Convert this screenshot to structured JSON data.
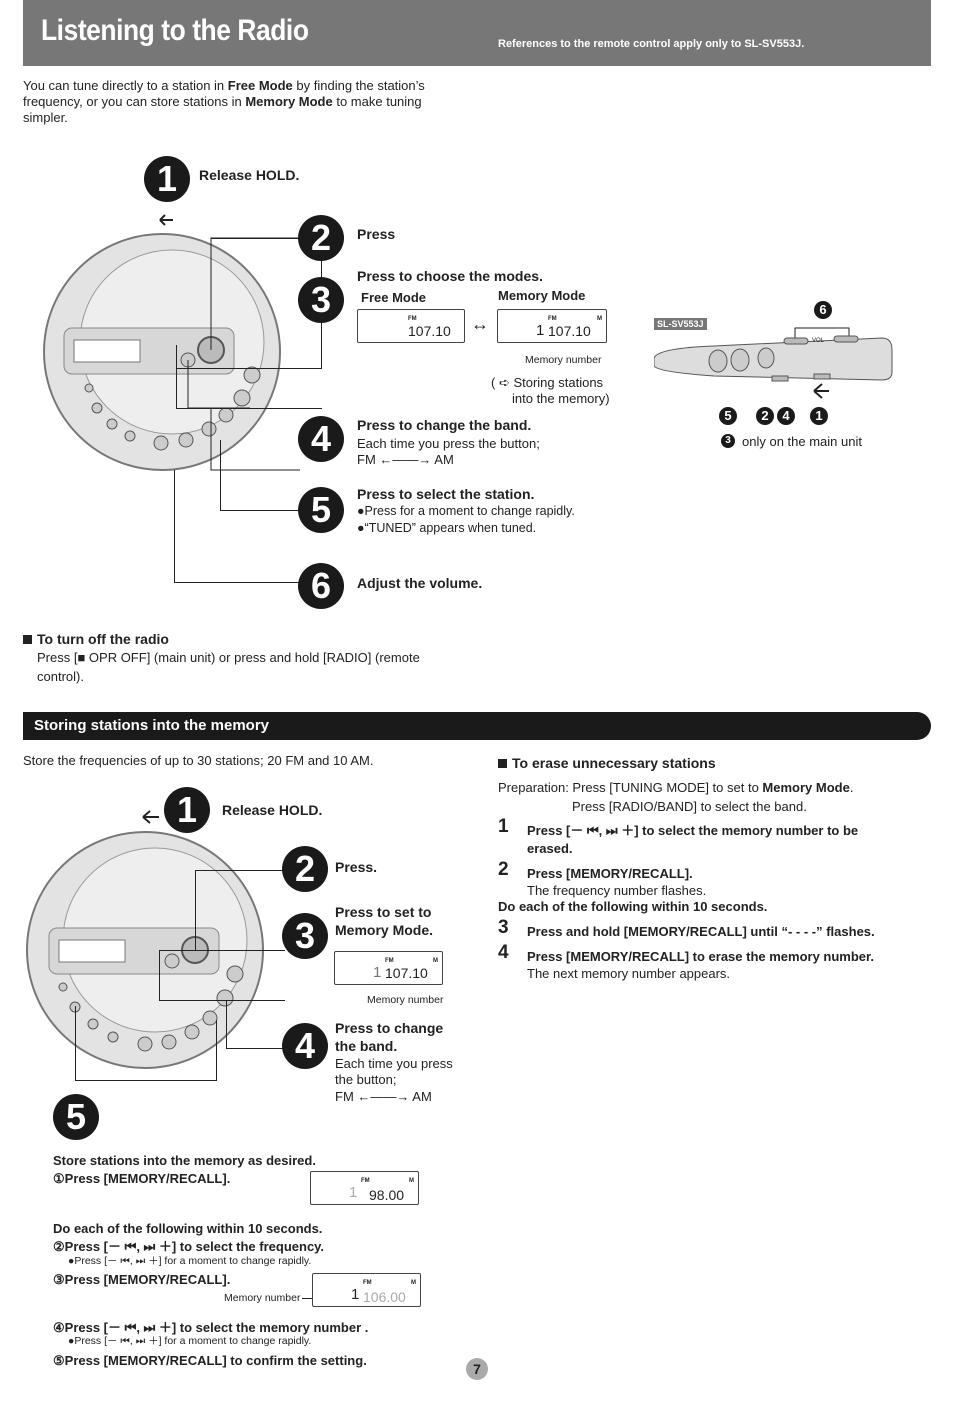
{
  "header": {
    "title": "Listening to the Radio",
    "note": "References to the remote control apply only to SL-SV553J."
  },
  "intro": {
    "t1": "You can tune directly to a station in ",
    "b1": "Free Mode",
    "t2": " by finding the station’s",
    "line2a": "frequency, or you can store  stations in ",
    "b2": "Memory Mode",
    "t3": " to make tuning",
    "line3": "simpler."
  },
  "top_steps": {
    "n1": "1",
    "s1": "Release HOLD.",
    "n2": "2",
    "s2": "Press",
    "n3": "3",
    "s3": "Press to choose the modes.",
    "free_mode": "Free Mode",
    "memory_mode": "Memory Mode",
    "lcd_fm": "FM",
    "lcd_m": "M",
    "lcd_freq": "107.10",
    "lcd_mem_digit": "1",
    "memory_number": "Memory number",
    "storing_ref_a": "( ➪ Storing stations",
    "storing_ref_b": "into the memory)",
    "n4": "4",
    "s4": "Press to change the band.",
    "s4_detail1": "Each time you press the button;",
    "s4_detail2": "FM ←——→ AM",
    "n5": "5",
    "s5": "Press to select the station.",
    "s5_detail1": "●Press for a moment to change rapidly.",
    "s5_detail2": "●“TUNED” appears when tuned.",
    "n6": "6",
    "s6": "Adjust the volume."
  },
  "remote": {
    "label": "SL-SV553J",
    "vol": "VOL",
    "n6": "6",
    "n5": "5",
    "n2": "2",
    "n4": "4",
    "n1": "1",
    "n3": "3",
    "main_unit_note": "only on the main unit"
  },
  "turn_off": {
    "title": "To turn off the radio",
    "line1": "Press [■ OPR OFF] (main unit) or press and hold [RADIO] (remote",
    "line2": "control)."
  },
  "section": {
    "title": "Storing stations into the memory",
    "intro": "Store the frequencies of up to 30 stations; 20 FM and 10 AM."
  },
  "store_steps": {
    "n1": "1",
    "s1": "Release HOLD.",
    "n2": "2",
    "s2": "Press.",
    "n3": "3",
    "s3a": "Press to set to",
    "s3b": "Memory Mode.",
    "lcd_fm": "FM",
    "lcd_m": "M",
    "lcd_freq": "107.10",
    "lcd_mem_digit": "1",
    "memory_number": "Memory number",
    "n4": "4",
    "s4a": "Press to change",
    "s4b": "the band.",
    "s4_detail1": "Each time you press",
    "s4_detail2": "the button;",
    "s4_detail3": "FM ←——→ AM",
    "n5": "5",
    "s5_title": "Store stations into the memory as desired.",
    "sub1": "①Press [MEMORY/RECALL].",
    "lcd2_digit": "1",
    "lcd2_freq": "98.00",
    "within10": "Do each of the following within 10 seconds.",
    "sub2": "②Press [－  ⏮,  ⏭  ＋] to select the frequency.",
    "sub2_note": "●Press [－  ⏮,  ⏭  ＋] for a moment to change rapidly.",
    "sub3": "③Press [MEMORY/RECALL].",
    "memory_number2": "Memory number",
    "lcd3_digit": "1",
    "lcd3_freq": "106.00",
    "sub4": "④Press [－  ⏮,  ⏭  ＋] to select the memory number .",
    "sub4_note": "●Press [－  ⏮,  ⏭  ＋] for a moment to change rapidly.",
    "sub5": "⑤Press [MEMORY/RECALL] to confirm the setting."
  },
  "erase": {
    "title": "To erase unnecessary stations",
    "prep1a": "Preparation: Press [TUNING MODE] to set to ",
    "prep1b": "Memory Mode",
    "prep1c": ".",
    "prep2": "Press [RADIO/BAND] to select the band.",
    "i1n": "1",
    "i1": "Press [－  ⏮,  ⏭  ＋] to select the memory number to be",
    "i1b": "erased.",
    "i2n": "2",
    "i2": "Press [MEMORY/RECALL].",
    "i2_note": "The frequency number flashes.",
    "within10": "Do each of the following within 10 seconds.",
    "i3n": "3",
    "i3": "Press and hold [MEMORY/RECALL] until “- - - -” flashes.",
    "i4n": "4",
    "i4": "Press [MEMORY/RECALL] to erase the memory number.",
    "i4_note": "The next memory number appears."
  },
  "page_number": "7"
}
